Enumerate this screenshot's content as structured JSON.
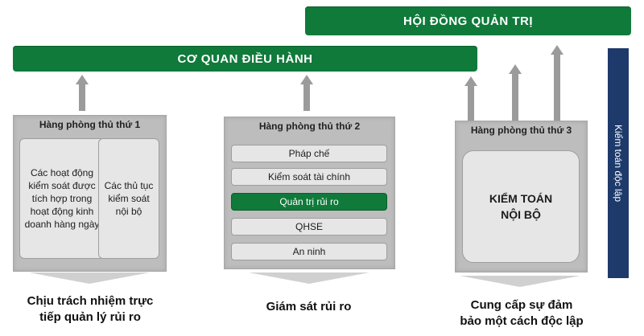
{
  "top_bars": {
    "board": "HỘI ĐỒNG QUẢN TRỊ",
    "executive": "CƠ QUAN ĐIỀU HÀNH"
  },
  "side_bar": {
    "label": "Kiểm toán độc lập",
    "color": "#1d3a6b"
  },
  "line1": {
    "title": "Hàng phòng thủ thứ 1",
    "box_left": "Các hoạt động kiểm soát được tích hợp trong hoạt động kinh doanh hàng ngày",
    "box_right": "Các thủ tục kiểm soát nội bộ",
    "caption_line1": "Chịu trách nhiệm trực",
    "caption_line2": "tiếp quản lý rủi ro"
  },
  "line2": {
    "title": "Hàng phòng thủ thứ 2",
    "items": [
      "Pháp chế",
      "Kiểm soát tài chính",
      "Quản trị rủi ro",
      "QHSE",
      "An ninh"
    ],
    "caption": "Giám sát rủi ro"
  },
  "line3": {
    "title": "Hàng phòng thủ thứ 3",
    "box_line1": "KIỂM TOÁN",
    "box_line2": "NỘI BỘ",
    "caption_line1": "Cung cấp sự đảm",
    "caption_line2": "bảo một cách độc lập"
  },
  "colors": {
    "green": "#0f7a3a",
    "gray_panel": "#bdbdbd",
    "navy": "#1d3a6b"
  }
}
